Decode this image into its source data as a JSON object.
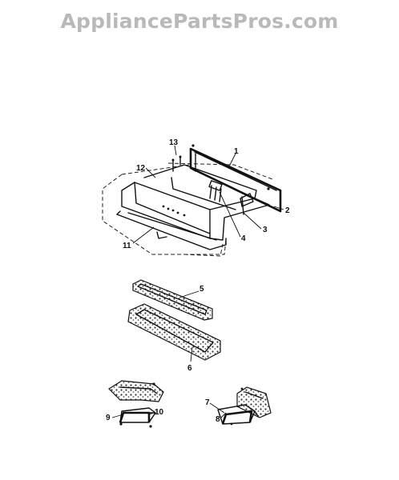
{
  "watermark": "AppliancePartsPros.com",
  "callouts": [
    {
      "id": "1",
      "text": "1"
    },
    {
      "id": "2",
      "text": "2"
    },
    {
      "id": "3",
      "text": "3"
    },
    {
      "id": "4",
      "text": "4"
    },
    {
      "id": "5",
      "text": "5"
    },
    {
      "id": "6",
      "text": "6"
    },
    {
      "id": "7",
      "text": "7"
    },
    {
      "id": "8",
      "text": "8"
    },
    {
      "id": "9",
      "text": "9"
    },
    {
      "id": "10",
      "text": "10"
    },
    {
      "id": "11",
      "text": "11"
    },
    {
      "id": "12",
      "text": "12"
    },
    {
      "id": "13",
      "text": "13"
    }
  ]
}
